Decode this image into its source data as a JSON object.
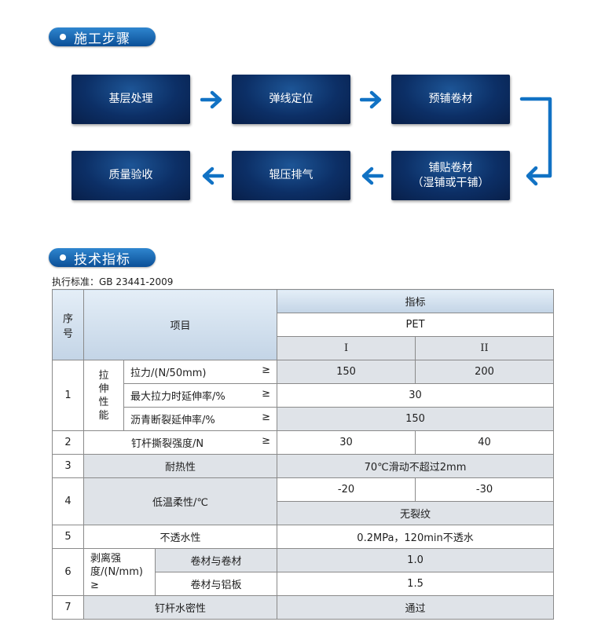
{
  "section1": {
    "title": "施工步骤"
  },
  "steps": {
    "s1": "基层处理",
    "s2": "弹线定位",
    "s3": "预铺卷材",
    "s4_line1": "铺贴卷材",
    "s4_line2": "（湿铺或干铺）",
    "s5": "辊压排气",
    "s6": "质量验收"
  },
  "section2": {
    "title": "技术指标"
  },
  "standard": "执行标准：GB 23441-2009",
  "table": {
    "h_no": "序号",
    "h_item": "项目",
    "h_index": "指标",
    "h_pet": "PET",
    "h_I": "I",
    "h_II": "II",
    "tensile_group": "拉伸性能",
    "r1a_label": "拉力/(N/50mm)",
    "r1a_sym": "≥",
    "r1a_I": "150",
    "r1a_II": "200",
    "r1b_label": "最大拉力时延伸率/%",
    "r1b_sym": "≥",
    "r1b_v": "30",
    "r1c_label": "沥青断裂延伸率/%",
    "r1c_sym": "≥",
    "r1c_v": "150",
    "no1": "1",
    "no2": "2",
    "r2_label": "钉杆撕裂强度/N",
    "r2_sym": "≥",
    "r2_I": "30",
    "r2_II": "40",
    "no3": "3",
    "r3_label": "耐热性",
    "r3_v": "70℃滑动不超过2mm",
    "no4": "4",
    "r4_label": "低温柔性/℃",
    "r4_I": "-20",
    "r4_II": "-30",
    "r4_v2": "无裂纹",
    "no5": "5",
    "r5_label": "不透水性",
    "r5_v": "0.2MPa，120min不透水",
    "no6": "6",
    "r6_group": "剥离强度/(N/mm) ≥",
    "r6a_label": "卷材与卷材",
    "r6a_v": "1.0",
    "r6b_label": "卷材与铝板",
    "r6b_v": "1.5",
    "no7": "7",
    "r7_label": "钉杆水密性",
    "r7_v": "通过"
  },
  "colors": {
    "accent": "#0b5ea8",
    "box_dark": "#0c2f66",
    "arrow": "#1172c4"
  }
}
